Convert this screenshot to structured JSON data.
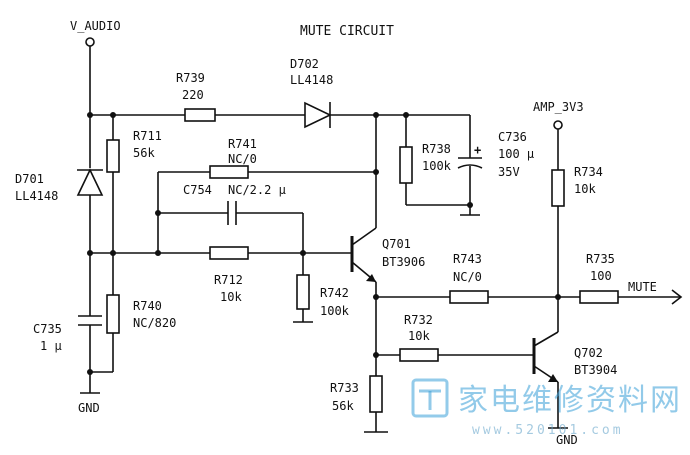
{
  "title": "MUTE CIRCUIT",
  "rails": {
    "v_audio": "V_AUDIO",
    "amp_3v3": "AMP_3V3",
    "gnd_left": "GND",
    "gnd_right": "GND",
    "mute": "MUTE"
  },
  "components": {
    "r739": {
      "ref": "R739",
      "value": "220"
    },
    "d702": {
      "ref": "D702",
      "value": "LL4148"
    },
    "r711": {
      "ref": "R711",
      "value": "56k"
    },
    "r741": {
      "ref": "R741",
      "value": "NC/0"
    },
    "c754": {
      "ref": "C754",
      "value": "NC/2.2 μ"
    },
    "d701": {
      "ref": "D701",
      "value": "LL4148"
    },
    "r738": {
      "ref": "R738",
      "value": "100k"
    },
    "c736": {
      "ref": "C736",
      "value1": "100 μ",
      "value2": "35V"
    },
    "r734": {
      "ref": "R734",
      "value": "10k"
    },
    "q701": {
      "ref": "Q701",
      "value": "BT3906"
    },
    "r743": {
      "ref": "R743",
      "value": "NC/0"
    },
    "r735": {
      "ref": "R735",
      "value": "100"
    },
    "r712": {
      "ref": "R712",
      "value": "10k"
    },
    "r742": {
      "ref": "R742",
      "value": "100k"
    },
    "r740": {
      "ref": "R740",
      "value": "NC/820"
    },
    "c735": {
      "ref": "C735",
      "value": "1 μ"
    },
    "r732": {
      "ref": "R732",
      "value": "10k"
    },
    "q702": {
      "ref": "Q702",
      "value": "BT3904"
    },
    "r733": {
      "ref": "R733",
      "value": "56k"
    }
  },
  "watermark": {
    "text": "家电维修资料网",
    "url": "www.520101.com"
  },
  "colors": {
    "ink": "#111111",
    "watermark": "#3aa0d8"
  }
}
